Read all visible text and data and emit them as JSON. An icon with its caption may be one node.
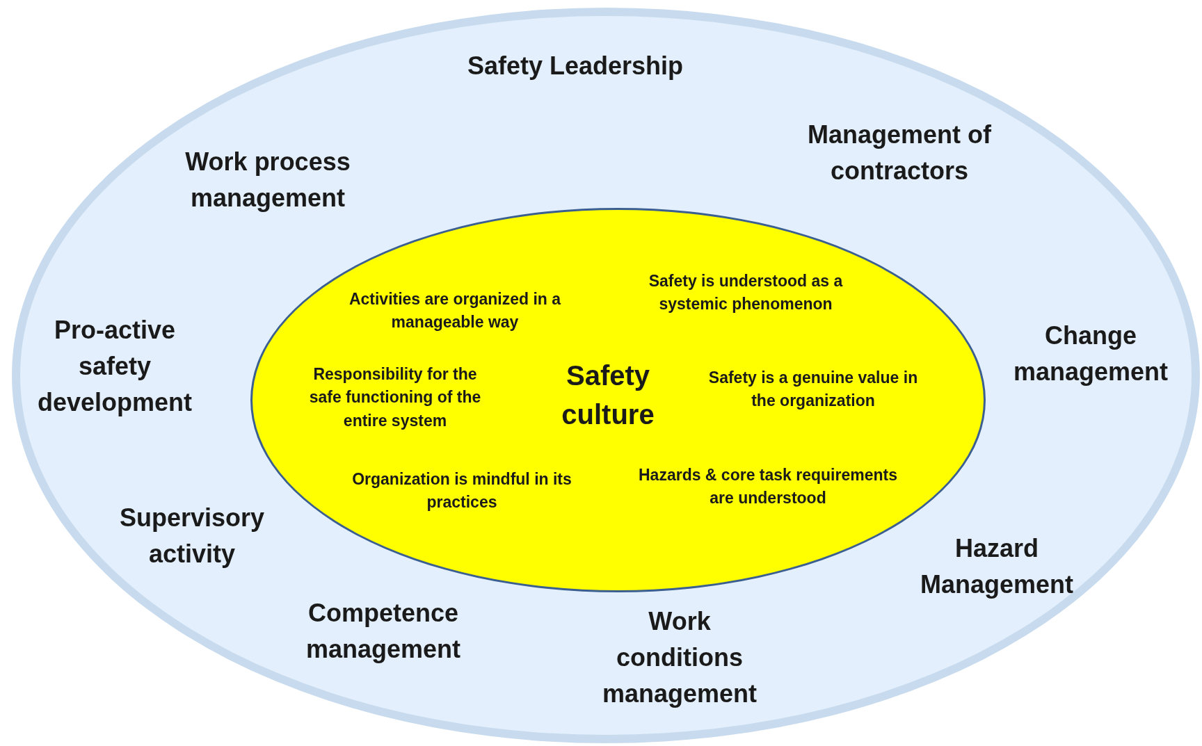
{
  "diagram": {
    "nodes": [
      {
        "text": [
          "Safety Leadership",
          "Work process management",
          "Management of contractors",
          "Pro-active safety development",
          "Change management",
          "Supervisory activity",
          "Hazard Management",
          "Competence management",
          "Work conditions management"
        ]
      },
      {
        "text": [
          "Activities are organized in a manageable way",
          "Safety is understood as a systemic phenomenon",
          "Responsibility for the safe functioning of the entire system",
          "Safety culture",
          "Safety is a genuine value in the organization",
          "Organization is mindful in its practices",
          "Hazards & core task requirements are understood"
        ],
        "in": 0
      }
    ]
  }
}
